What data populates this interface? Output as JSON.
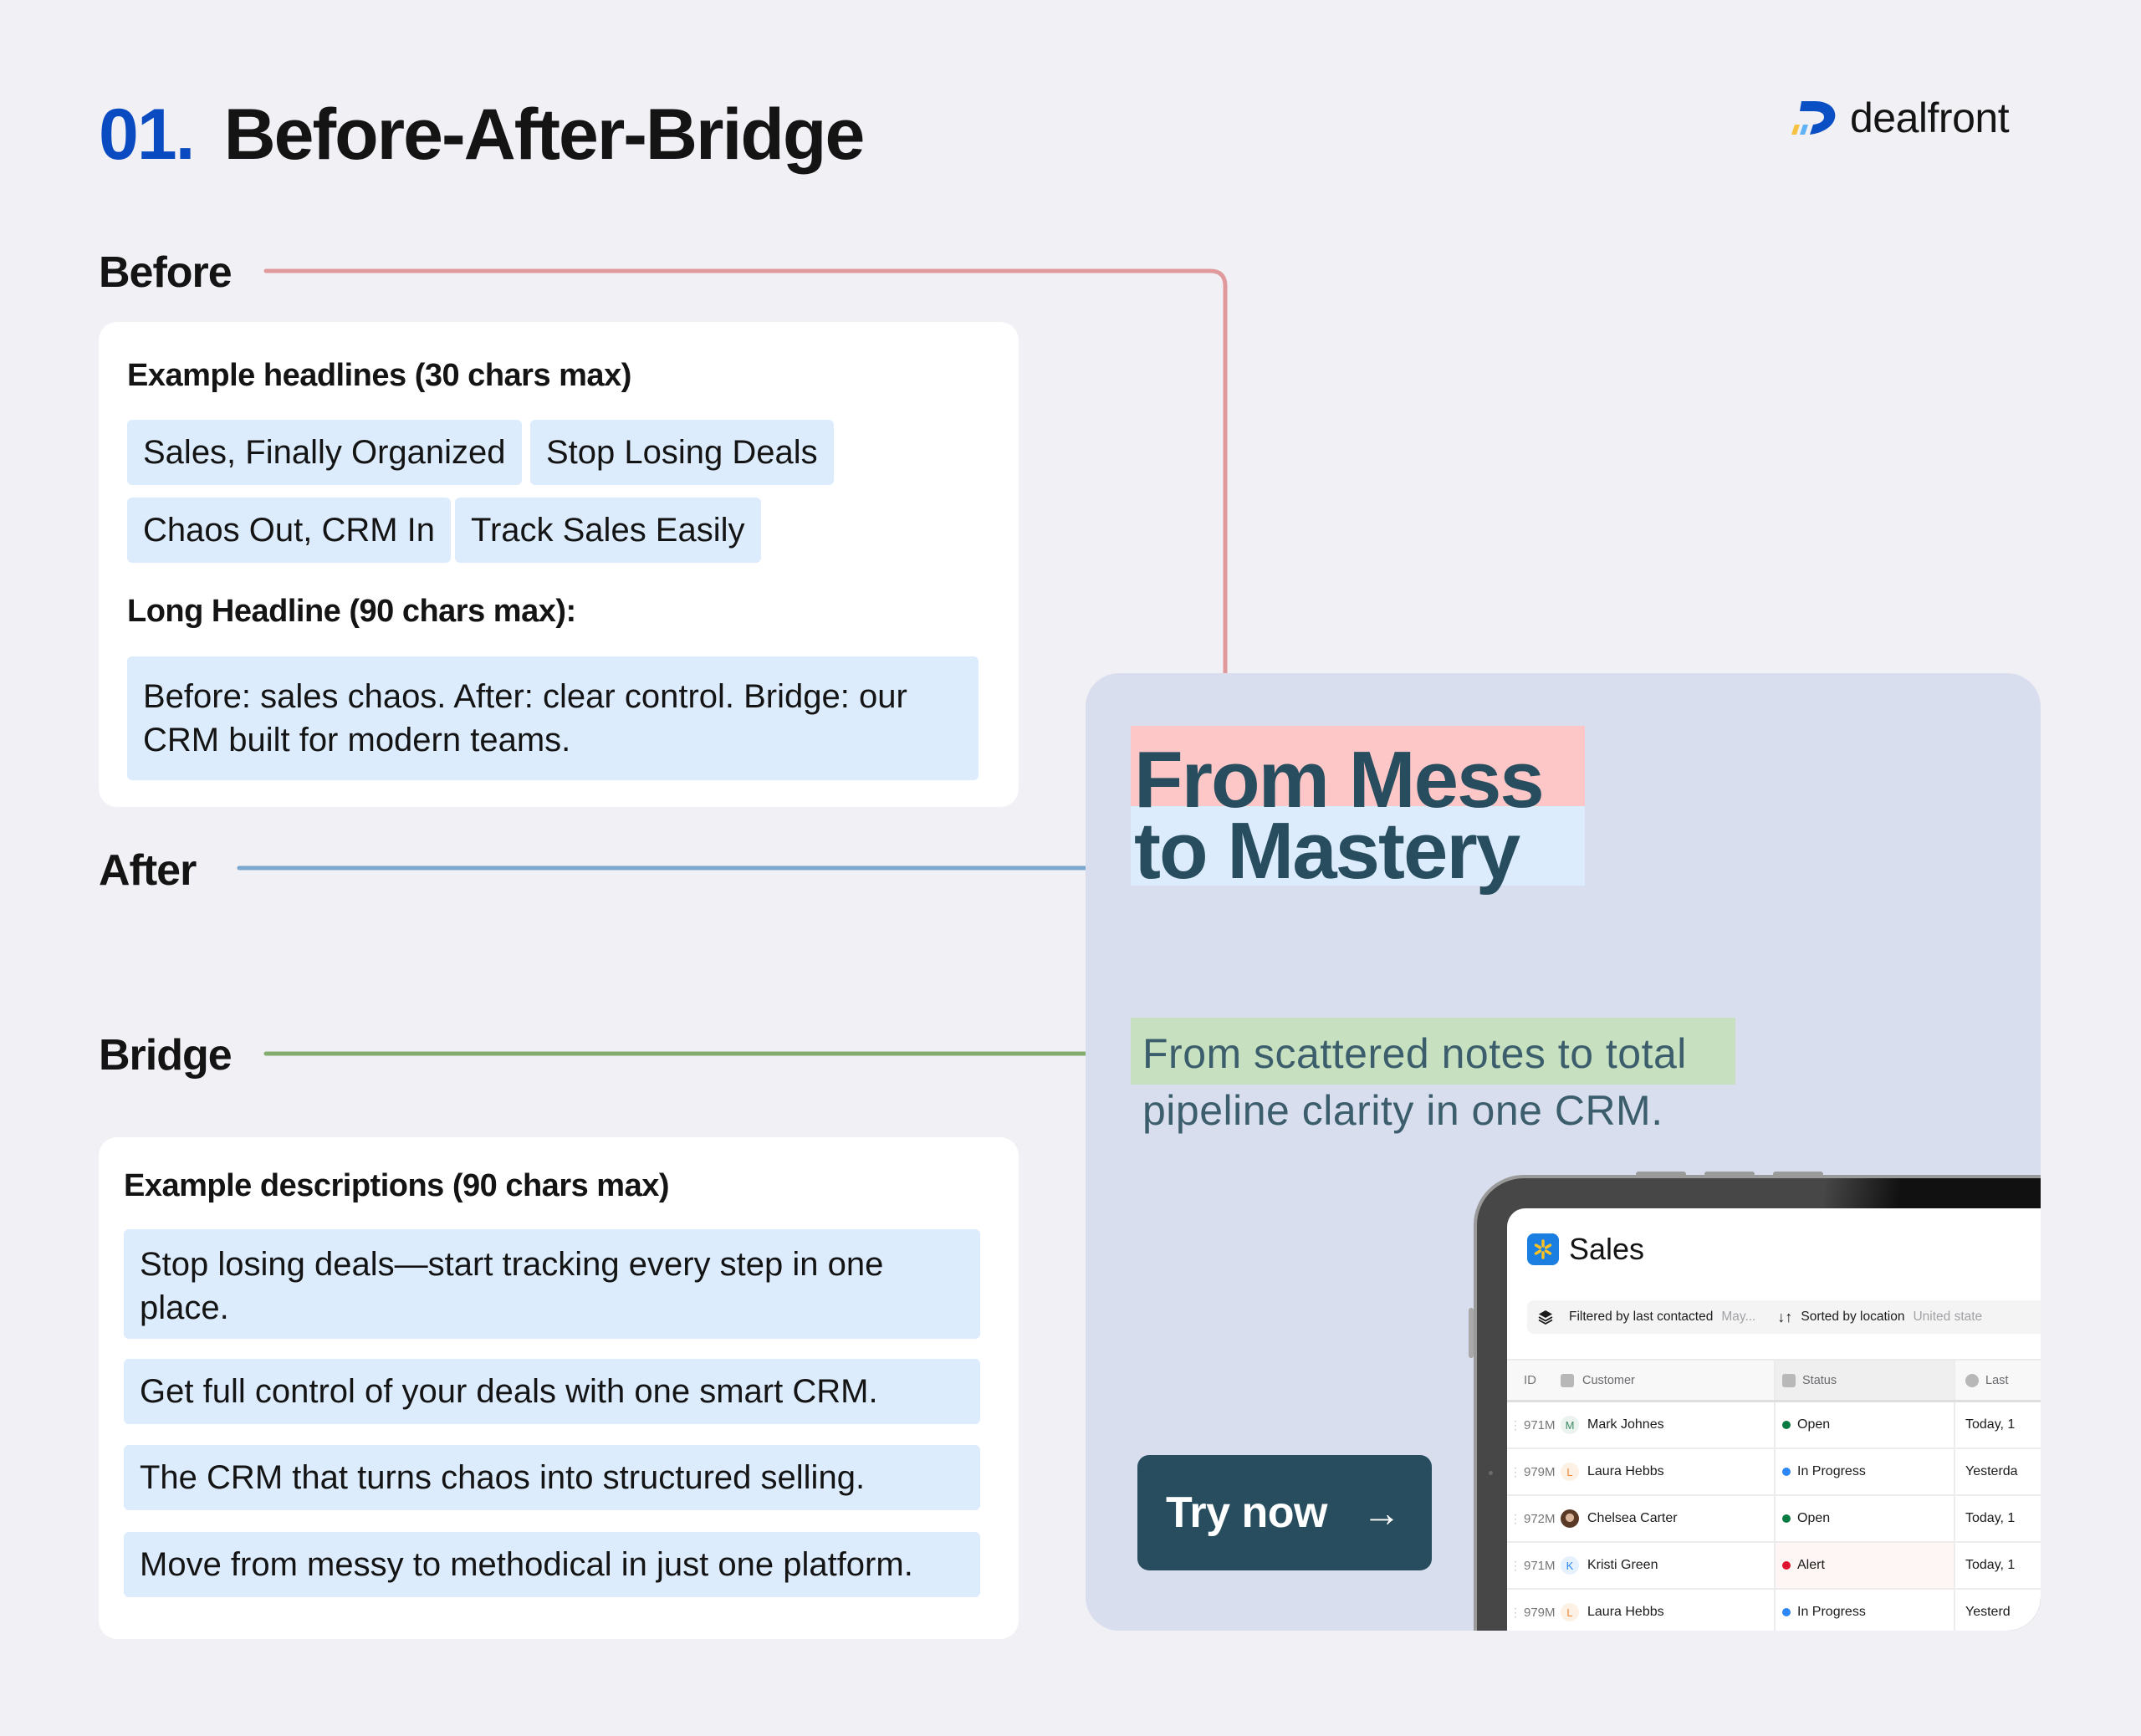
{
  "header": {
    "number": "01.",
    "title": "Before-After-Bridge",
    "logo_text": "dealfront",
    "logo_icon": "dealfront-logo-icon"
  },
  "colors": {
    "title_number": "#0a4bc2",
    "before_arrow": "#e09a9b",
    "after_arrow": "#7ba7cf",
    "bridge_arrow": "#82ad6e",
    "headline_text": "#274d5e",
    "cta_bg": "#274d5e",
    "highlight_red": "#fdc7c7",
    "highlight_blue": "#dcecfd",
    "highlight_green": "#c7e1c0",
    "panel_bg": "#d9deee"
  },
  "sections": {
    "before": {
      "label": "Before",
      "card": {
        "short_heading": "Example headlines (30 chars max)",
        "short_headlines": [
          "Sales, Finally Organized",
          "Stop Losing Deals",
          "Chaos Out, CRM In",
          "Track Sales Easily"
        ],
        "long_heading": "Long Headline  (90 chars max):",
        "long_headline_line1": "Before: sales chaos. After: clear control. Bridge: our",
        "long_headline_line2": "CRM built for modern teams."
      }
    },
    "after": {
      "label": "After"
    },
    "bridge": {
      "label": "Bridge",
      "card": {
        "heading": "Example descriptions (90 chars max)",
        "descriptions": [
          {
            "line1": "Stop losing deals—start tracking every step in one",
            "line2": "place."
          },
          {
            "line1": "Get full control of your deals with one smart CRM."
          },
          {
            "line1": "The CRM that turns chaos into structured selling."
          },
          {
            "line1": "Move from messy to methodical in just one platform."
          }
        ]
      }
    }
  },
  "preview": {
    "headline_line1": "From Mess",
    "headline_line2": "to Mastery",
    "subtext_line1": "From scattered notes to total",
    "subtext_line2": "pipeline clarity in one CRM.",
    "cta_label": "Try now",
    "cta_arrow": "→",
    "app": {
      "title": "Sales",
      "icon": "spark-icon",
      "filter_label": "Filtered by last contacted",
      "filter_value": "May...",
      "sort_label": "Sorted by location",
      "sort_value": "United state",
      "columns": [
        "ID",
        "Customer",
        "Status",
        "Last"
      ],
      "rows": [
        {
          "id": "971M",
          "initial": "M",
          "name": "Mark Johnes",
          "status": "Open",
          "status_color": "#0a7a43",
          "last": "Today, 1",
          "avatar_bg": "#eaf3ee",
          "avatar_fg": "#3f8a63",
          "alert": false,
          "photo": false
        },
        {
          "id": "979M",
          "initial": "L",
          "name": "Laura Hebbs",
          "status": "In Progress",
          "status_color": "#2f86f6",
          "last": "Yesterda",
          "avatar_bg": "#fdf0e4",
          "avatar_fg": "#ea8a3a",
          "alert": false,
          "photo": false
        },
        {
          "id": "972M",
          "initial": "",
          "name": "Chelsea Carter",
          "status": "Open",
          "status_color": "#0a7a43",
          "last": "Today, 1",
          "avatar_bg": "#6b4a33",
          "avatar_fg": "#ffffff",
          "alert": false,
          "photo": true
        },
        {
          "id": "971M",
          "initial": "K",
          "name": "Kristi Green",
          "status": "Alert",
          "status_color": "#e0132c",
          "last": "Today, 1",
          "avatar_bg": "#e6f1fe",
          "avatar_fg": "#2f86f6",
          "alert": true,
          "photo": false
        },
        {
          "id": "979M",
          "initial": "L",
          "name": "Laura Hebbs",
          "status": "In Progress",
          "status_color": "#2f86f6",
          "last": "Yesterd",
          "avatar_bg": "#fdf0e4",
          "avatar_fg": "#ea8a3a",
          "alert": false,
          "photo": false
        }
      ]
    }
  }
}
